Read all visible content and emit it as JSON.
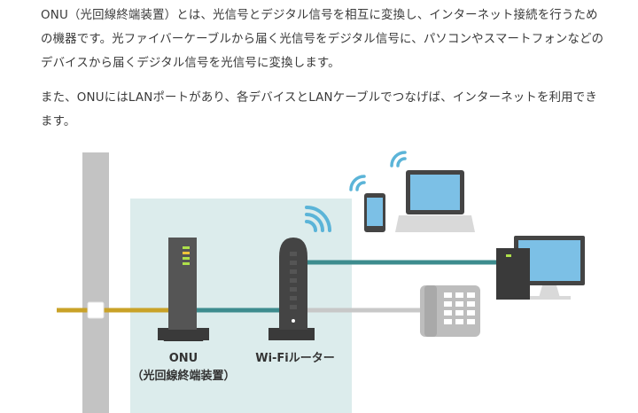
{
  "article": {
    "paragraph1": "ONU（光回線終端装置）とは、光信号とデジタル信号を相互に変換し、インターネット接続を行うための機器です。光ファイバーケーブルから届く光信号をデジタル信号に、パソコンやスマートフォンなどのデバイスから届くデジタル信号を光信号に変換します。",
    "paragraph2": "また、ONUにはLANポートがあり、各デバイスとLANケーブルでつなげば、インターネットを利用できます。"
  },
  "diagram": {
    "onu_label_line1": "ONU",
    "onu_label_line2": "（光回線終端装置）",
    "router_label": "Wi-Fiルーター",
    "colors": {
      "fiber_cable": "#c9a227",
      "lan_cable": "#3d8c8e",
      "phone_cable": "#c8c8c8",
      "pole": "#c3c3c3",
      "room_area": "#dcecec",
      "wifi_wave": "#5bb4d8",
      "device_dark": "#444444",
      "screen": "#7cc0e6"
    },
    "icons": [
      "onu-device-icon",
      "wifi-router-icon",
      "smartphone-icon",
      "laptop-icon",
      "desktop-pc-icon",
      "telephone-icon",
      "wifi-signal-icon"
    ]
  }
}
